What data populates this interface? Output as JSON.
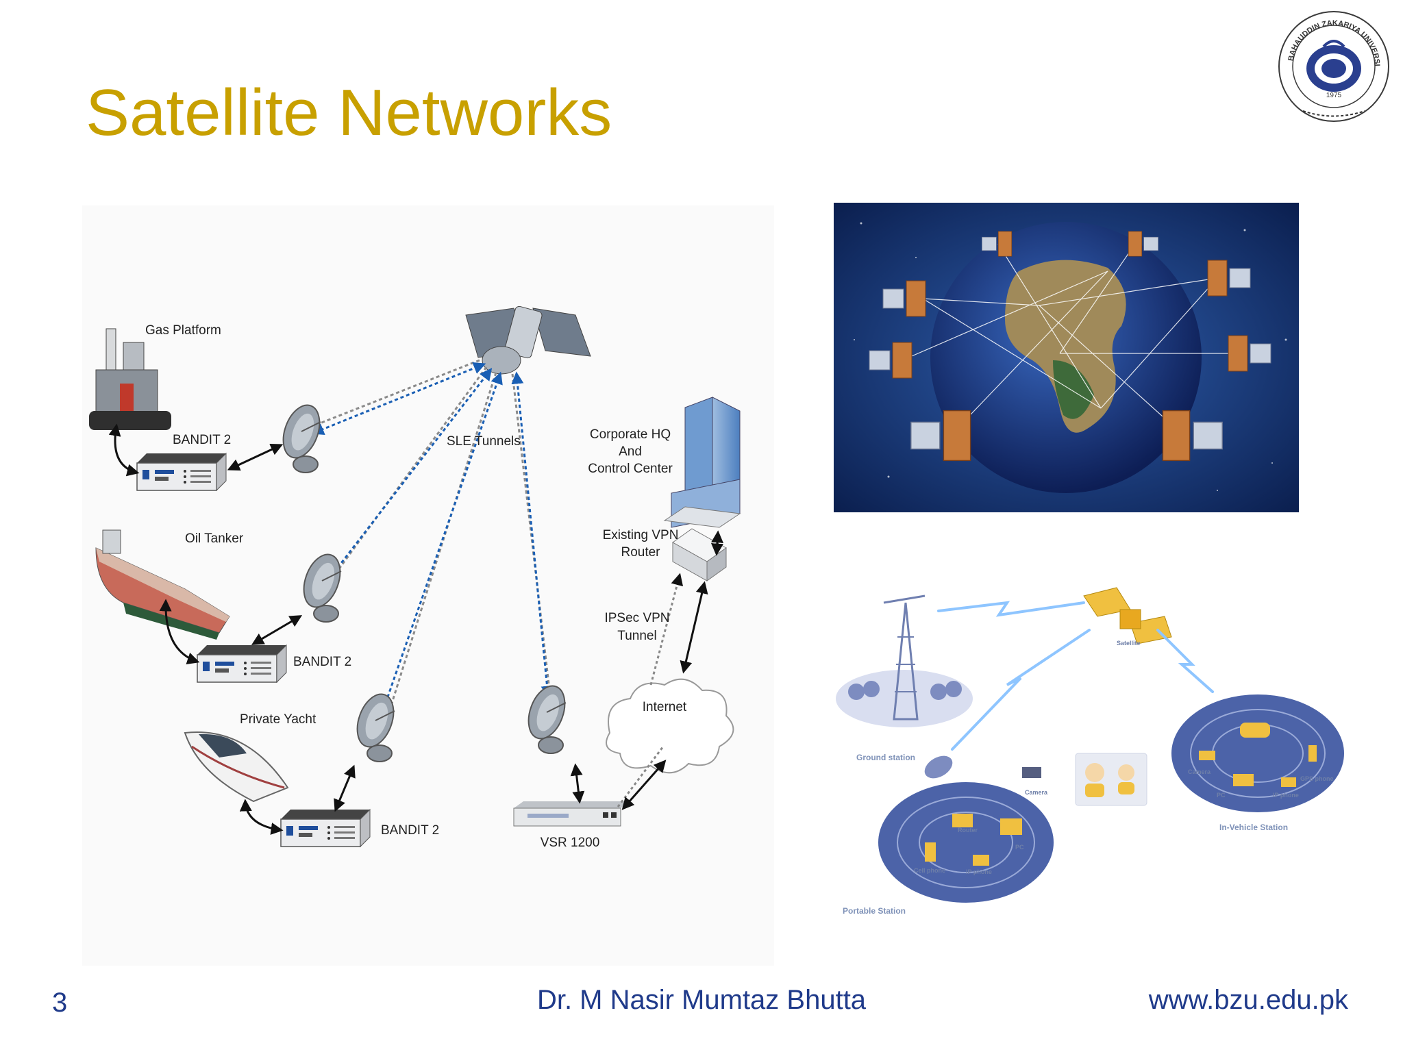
{
  "slide": {
    "title": "Satellite Networks",
    "page_number": "3",
    "author": "Dr. M Nasir Mumtaz Bhutta",
    "url": "www.bzu.edu.pk"
  },
  "seal": {
    "arc_text": "BAHAUDDIN ZAKARIYA UNIVERSITY MULTAN",
    "year": "1975"
  },
  "network_diagram": {
    "gas_platform": "Gas Platform",
    "oil_tanker": "Oil Tanker",
    "private_yacht": "Private Yacht",
    "bandit_1": "BANDIT 2",
    "bandit_2": "BANDIT 2",
    "bandit_3": "BANDIT 2",
    "sle_tunnels": "SLE Tunnels",
    "hq_line1": "Corporate HQ",
    "hq_line2": "And",
    "hq_line3": "Control Center",
    "vpn_router_line1": "Existing VPN",
    "vpn_router_line2": "Router",
    "ipsec_line1": "IPSec VPN",
    "ipsec_line2": "Tunnel",
    "internet": "Internet",
    "vsr": "VSR 1200"
  },
  "stations_diagram": {
    "satellite": "Satellite",
    "ground_station": "Ground station",
    "camera_left": "Camera",
    "router": "Router",
    "pc_left": "PC",
    "cell_phone": "Cell phone",
    "ip_phone_left": "IP phone",
    "portable_station": "Portable Station",
    "camera_right": "Camera",
    "gps_phone": "GPS phone",
    "pc_right": "PC",
    "ip_phone_right": "IP phone",
    "in_vehicle_station": "In-Vehicle Station"
  },
  "colors": {
    "title": "#c8a000",
    "footer": "#1f3a8a",
    "link_blue": "#1a5fb4",
    "link_gray": "#8a8a8a"
  }
}
